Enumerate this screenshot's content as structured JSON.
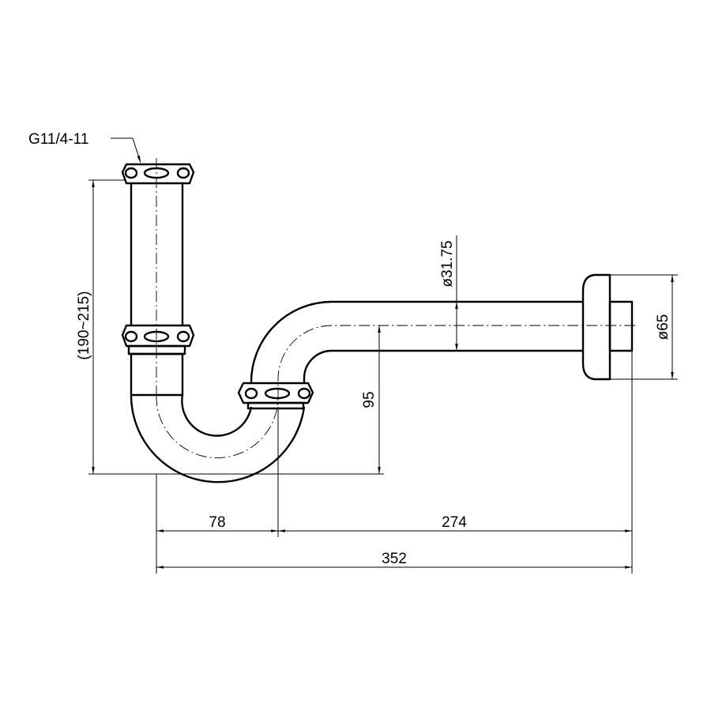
{
  "drawing": {
    "thread_label": "G11/4-11",
    "height_range_label": "(190~215)",
    "drop_label": "95",
    "pipe_diameter_label": "ø31.75",
    "flange_diameter_label": "ø65",
    "leg_spacing_label": "78",
    "horizontal_run_label": "274",
    "total_length_label": "352",
    "line_color": "#000000"
  }
}
